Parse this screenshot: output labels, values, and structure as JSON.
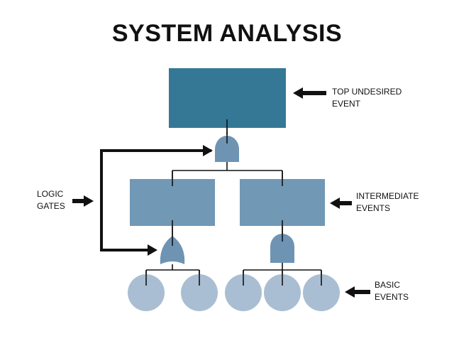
{
  "title": "SYSTEM ANALYSIS",
  "labels": {
    "top_event": [
      "TOP UNDESIRED",
      "EVENT"
    ],
    "intermediate": [
      "INTERMEDIATE",
      "EVENTS"
    ],
    "basic": [
      "BASIC",
      "EVENTS"
    ],
    "logic_gates": [
      "LOGIC",
      "GATES"
    ]
  },
  "colors": {
    "top_event": "#357896",
    "intermediate": "#7198b5",
    "gate": "#6f93b3",
    "basic": "#a9bed2",
    "lines": "#111111"
  }
}
